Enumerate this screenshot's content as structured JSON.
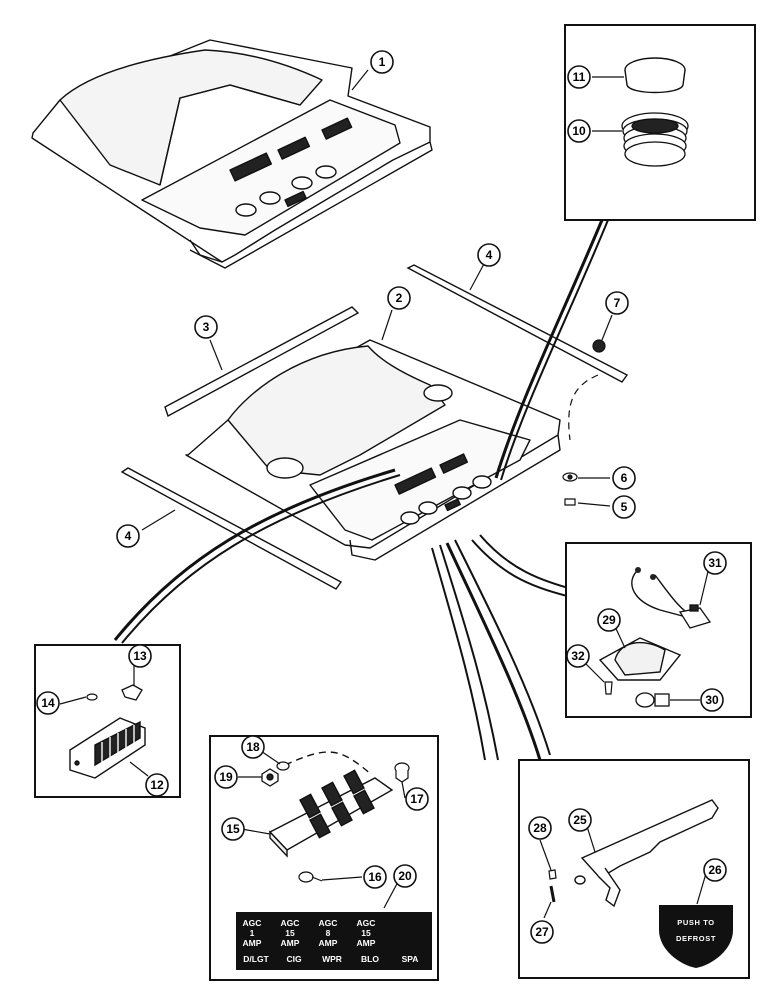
{
  "callouts": [
    {
      "id": "c1",
      "label": "1"
    },
    {
      "id": "c2",
      "label": "2"
    },
    {
      "id": "c3",
      "label": "3"
    },
    {
      "id": "c4a",
      "label": "4"
    },
    {
      "id": "c4b",
      "label": "4"
    },
    {
      "id": "c5",
      "label": "5"
    },
    {
      "id": "c6",
      "label": "6"
    },
    {
      "id": "c7",
      "label": "7"
    },
    {
      "id": "c10",
      "label": "10"
    },
    {
      "id": "c11",
      "label": "11"
    },
    {
      "id": "c12",
      "label": "12"
    },
    {
      "id": "c13",
      "label": "13"
    },
    {
      "id": "c14",
      "label": "14"
    },
    {
      "id": "c15",
      "label": "15"
    },
    {
      "id": "c16",
      "label": "16"
    },
    {
      "id": "c17",
      "label": "17"
    },
    {
      "id": "c18",
      "label": "18"
    },
    {
      "id": "c19",
      "label": "19"
    },
    {
      "id": "c20",
      "label": "20"
    },
    {
      "id": "c25",
      "label": "25"
    },
    {
      "id": "c26",
      "label": "26"
    },
    {
      "id": "c27",
      "label": "27"
    },
    {
      "id": "c28",
      "label": "28"
    },
    {
      "id": "c29",
      "label": "29"
    },
    {
      "id": "c30",
      "label": "30"
    },
    {
      "id": "c31",
      "label": "31"
    },
    {
      "id": "c32",
      "label": "32"
    }
  ],
  "fuse_label": {
    "row1": [
      "AGC",
      "AGC",
      "AGC",
      "AGC"
    ],
    "row2": [
      "1",
      "15",
      "8",
      "15"
    ],
    "row3": [
      "AMP",
      "AMP",
      "AMP",
      "AMP"
    ],
    "row4": [
      "D/LGT",
      "CIG",
      "WPR",
      "BLO",
      "SPA"
    ]
  },
  "defrost_decal": {
    "line1": "PUSH TO",
    "line2": "DEFROST"
  }
}
